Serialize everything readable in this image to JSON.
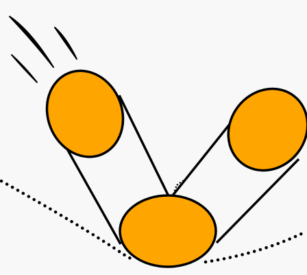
{
  "diagram": {
    "colors": {
      "background": "#f8f8f8",
      "ball_fill": "#ffa500",
      "outline": "#000000",
      "shadow_fill": "#e6e6e6",
      "dotted_path": "#000000"
    },
    "elements": [
      "motion-trail-lines",
      "swing-path",
      "ghost-shadows",
      "swept-band-left",
      "swept-band-right",
      "ball-left",
      "ball-right",
      "ball-bottom"
    ]
  }
}
